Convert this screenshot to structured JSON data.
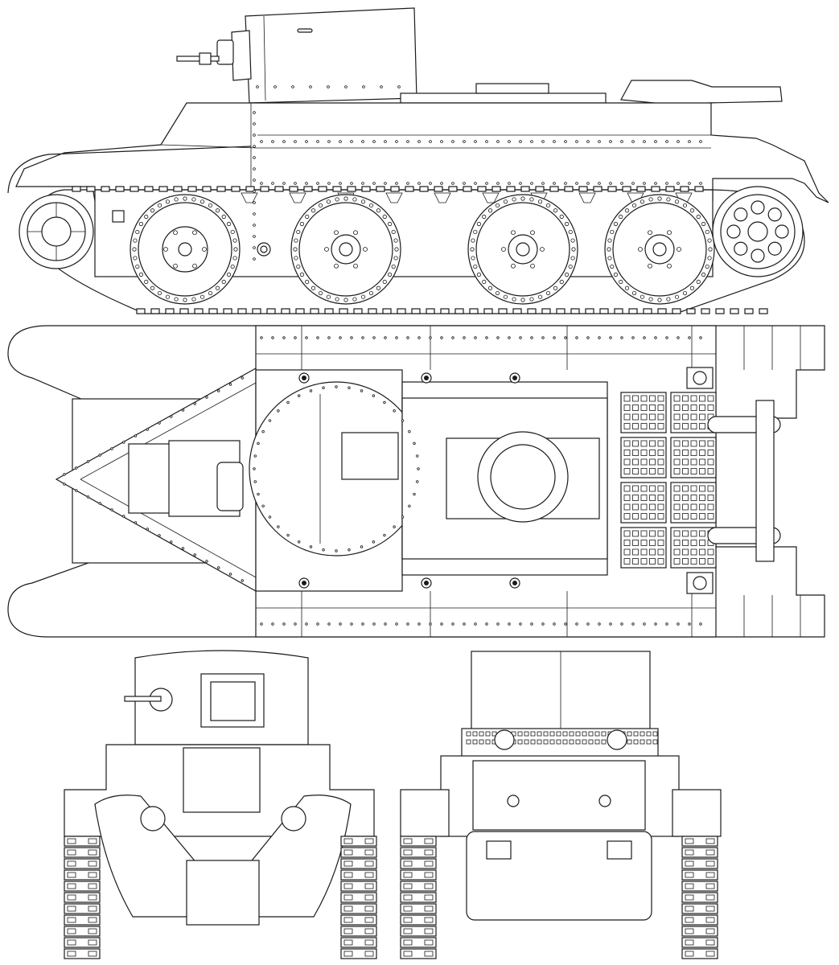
{
  "drawing": {
    "line_color": "#1a1a1a",
    "paper_color": "#ffffff",
    "views": [
      {
        "id": "side",
        "icon": "tank-side-view"
      },
      {
        "id": "top",
        "icon": "tank-top-view"
      },
      {
        "id": "front",
        "icon": "tank-front-view"
      },
      {
        "id": "rear",
        "icon": "tank-rear-view"
      }
    ]
  }
}
